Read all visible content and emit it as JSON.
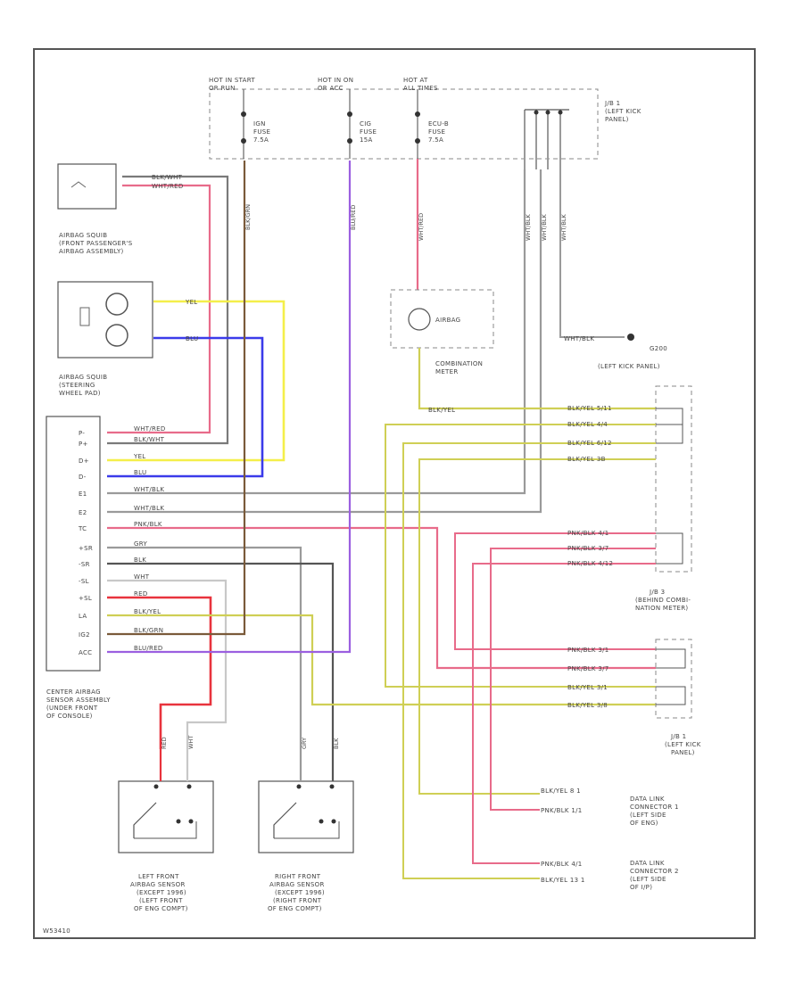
{
  "diagram_id": "W53410",
  "colors": {
    "yellow": "#f4ef4a",
    "blue": "#3b3bea",
    "red": "#e8333d",
    "pink": "#e86b8a",
    "purple": "#9b5fe0",
    "olive": "#cfcf55",
    "brown": "#7a5a3a",
    "gray": "#9a9a9a",
    "black": "#333333",
    "lightgray": "#c8c8c8"
  },
  "power": {
    "hot_in_start": "HOT IN START\nOR RUN",
    "hot_in_on": "HOT IN ON\nOR ACC",
    "hot_at_all": "HOT AT\nALL TIMES",
    "fuse1": "IGN\nFUSE\n7.5A",
    "fuse2": "CIG\nFUSE\n15A",
    "fuse3": "ECU-B\nFUSE\n7.5A",
    "jb1_top": "J/B 1\n(LEFT KICK\nPANEL)"
  },
  "components": {
    "passenger_squib": "AIRBAG SQUIB\n(FRONT PASSENGER'S\nAIRBAG ASSEMBLY)",
    "steering_squib": "AIRBAG SQUIB\n(STEERING\nWHEEL PAD)",
    "center_sensor": "CENTER AIRBAG\nSENSOR ASSEMBLY\n(UNDER FRONT\nOF CONSOLE)",
    "airbag_lamp": "AIRBAG",
    "combination_meter": "COMBINATION\nMETER",
    "ground": "G200",
    "ground_loc": "(LEFT KICK PANEL)",
    "jb3": "J/B 3\n(BEHIND COMBI-\nNATION METER)",
    "jb1_mid": "J/B 1\n(LEFT KICK\nPANEL)",
    "dlc1": "DATA LINK\nCONNECTOR 1\n(LEFT SIDE\nOF ENG)",
    "dlc2": "DATA LINK\nCONNECTOR 2\n(LEFT SIDE\nOF I/P)",
    "left_sensor": "LEFT FRONT\nAIRBAG SENSOR\n(EXCEPT 1996)\n(LEFT FRONT\nOF ENG COMPT)",
    "right_sensor": "RIGHT FRONT\nAIRBAG SENSOR\n(EXCEPT 1996)\n(RIGHT FRONT\nOF ENG COMPT)"
  },
  "sensor_pins": [
    "P-",
    "P+",
    "D+",
    "D-",
    "E1",
    "E2",
    "TC",
    "+SR",
    "-SR",
    "-SL",
    "+SL",
    "LA",
    "IG2",
    "ACC"
  ],
  "sensor_wires": [
    "WHT/RED",
    "BLK/WHT",
    "YEL",
    "BLU",
    "WHT/BLK",
    "WHT/BLK",
    "PNK/BLK",
    "GRY",
    "BLK",
    "WHT",
    "RED",
    "BLK/YEL",
    "BLK/GRN",
    "BLU/RED"
  ],
  "wire_labels": {
    "pass1": "BLK/WHT",
    "pass2": "WHT/RED",
    "steer1": "YEL",
    "steer2": "BLU",
    "ign": "BLK/GRN",
    "cig": "BLU/RED",
    "ecub": "WHT/RED",
    "jb_a": "WHT/BLK",
    "jb_b": "WHT/BLK",
    "jb_c": "WHT/BLK",
    "gnd": "WHT/BLK",
    "lamp": "BLK/YEL",
    "gray_down": "GRY",
    "black_down": "BLK",
    "red_down": "RED",
    "wht_down": "WHT"
  },
  "connector_labels": [
    "BLK/YEL  5/11",
    "BLK/YEL  4/4",
    "BLK/YEL  6/12",
    "BLK/YEL  3B",
    "PNK/BLK  4/1",
    "PNK/BLK  3/7",
    "PNK/BLK  4/12",
    "PNK/BLK  3/1",
    "PNK/BLK  3/7",
    "BLK/YEL  3/1",
    "BLK/YEL  3/8",
    "BLK/YEL  8 1",
    "PNK/BLK  1/1",
    "PNK/BLK  4/1",
    "BLK/YEL  13 1"
  ]
}
